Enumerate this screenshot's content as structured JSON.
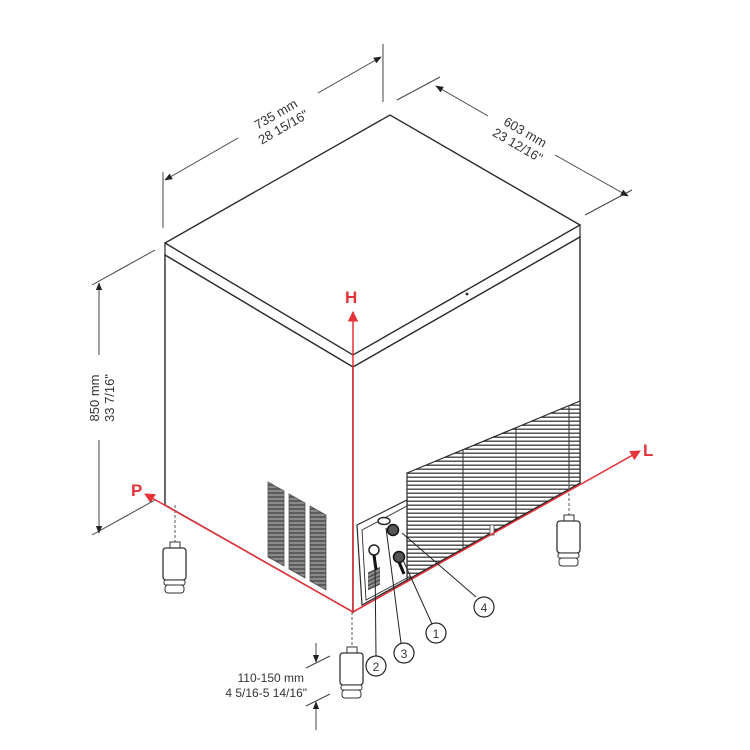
{
  "diagram": {
    "type": "isometric dimension drawing",
    "colors": {
      "outline": "#2b2b2b",
      "dimension_line": "#444444",
      "axis_red": "#e63238",
      "vent_fill": "#6b6b6b",
      "background": "#ffffff"
    },
    "dimensions": {
      "width": {
        "mm": "735 mm",
        "inch": "28 15/16\""
      },
      "depth": {
        "mm": "603 mm",
        "inch": "23 12/16\""
      },
      "height": {
        "mm": "850 mm",
        "inch": "33 7/16\""
      },
      "feet": {
        "mm": "110-150 mm",
        "inch": "4 5/16-5 14/16\""
      }
    },
    "axes": {
      "h": "H",
      "l": "L",
      "p": "P"
    },
    "callouts": [
      {
        "number": "1"
      },
      {
        "number": "2"
      },
      {
        "number": "3"
      },
      {
        "number": "4"
      }
    ]
  }
}
